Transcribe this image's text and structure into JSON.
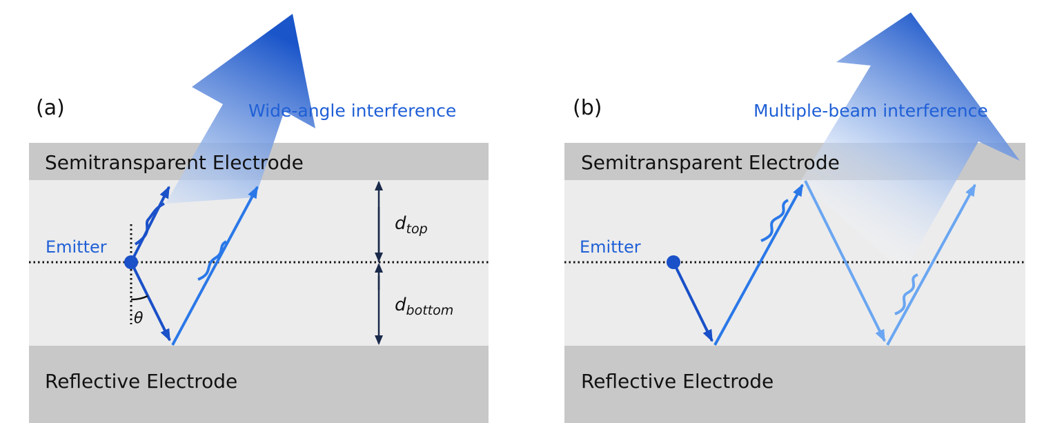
{
  "panel_a": {
    "label": "(a)",
    "title": "Wide-angle interference",
    "top_layer": "Semitransparent Electrode",
    "bottom_layer": "Reflective Electrode",
    "emitter": "Emitter",
    "d_top": {
      "main": "d",
      "sub": "top"
    },
    "d_bottom": {
      "main": "d",
      "sub": "bottom"
    },
    "angle": "θ"
  },
  "panel_b": {
    "label": "(b)",
    "title": "Multiple-beam interference",
    "top_layer": "Semitransparent Electrode",
    "bottom_layer": "Reflective Electrode",
    "emitter": "Emitter"
  },
  "colors": {
    "electrode": "#c8c8c8",
    "cavity": "#ececec",
    "ray_dark": "#1a50c8",
    "ray_mid": "#2a78e8",
    "ray_light": "#6aa6f2",
    "text_blue": "#1f5fd6"
  }
}
